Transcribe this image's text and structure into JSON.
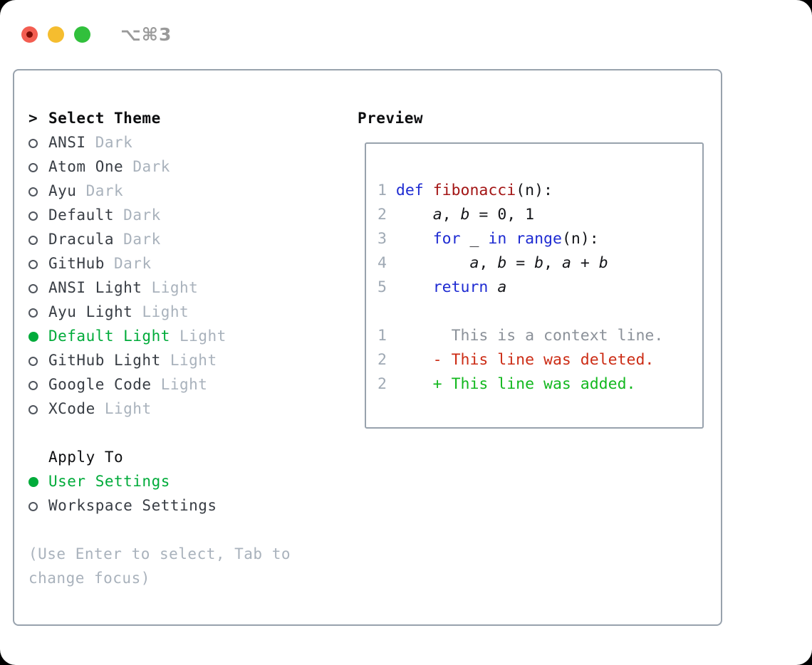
{
  "window": {
    "shortcut": "⌥⌘3",
    "traffic_lights": [
      "close",
      "minimize",
      "zoom"
    ]
  },
  "colors": {
    "accent_green": "#00ab3a",
    "keyword_blue": "#1e2bd2",
    "function_red": "#a31515",
    "deleted_red": "#cc2c15",
    "added_green": "#13b81f",
    "line_number_gray": "#9fa9b4",
    "context_gray": "#8b9199",
    "muted_gray": "#a9b2bc",
    "dark_text": "#383d44",
    "black_text": "#101214",
    "code_black": "#15161a",
    "border_gray": "#98a2ad",
    "traffic_red": "#f35d51",
    "traffic_red_dot": "#7c0d06",
    "traffic_yellow": "#f5bd2f",
    "traffic_green": "#31c03c"
  },
  "theme_list": {
    "marker": ">",
    "header": "Select Theme",
    "items": [
      {
        "name": "ANSI",
        "variant": "Dark",
        "selected": false
      },
      {
        "name": "Atom One",
        "variant": "Dark",
        "selected": false
      },
      {
        "name": "Ayu",
        "variant": "Dark",
        "selected": false
      },
      {
        "name": "Default",
        "variant": "Dark",
        "selected": false
      },
      {
        "name": "Dracula",
        "variant": "Dark",
        "selected": false
      },
      {
        "name": "GitHub",
        "variant": "Dark",
        "selected": false
      },
      {
        "name": "ANSI Light",
        "variant": "Light",
        "selected": false
      },
      {
        "name": "Ayu Light",
        "variant": "Light",
        "selected": false
      },
      {
        "name": "Default Light",
        "variant": "Light",
        "selected": true
      },
      {
        "name": "GitHub Light",
        "variant": "Light",
        "selected": false
      },
      {
        "name": "Google Code",
        "variant": "Light",
        "selected": false
      },
      {
        "name": "XCode",
        "variant": "Light",
        "selected": false
      }
    ]
  },
  "apply_to": {
    "header": "Apply To",
    "options": [
      {
        "label": "User Settings",
        "selected": true
      },
      {
        "label": "Workspace Settings",
        "selected": false
      }
    ]
  },
  "help_text": "(Use Enter to select, Tab to change focus)",
  "preview": {
    "header": "Preview",
    "code_lines": [
      {
        "number": "1",
        "segments": [
          {
            "t": "def",
            "c": "kw"
          },
          {
            "t": " "
          },
          {
            "t": "fibonacci",
            "c": "fn"
          },
          {
            "t": "(n):"
          }
        ]
      },
      {
        "number": "2",
        "segments": [
          {
            "t": "    "
          },
          {
            "t": "a",
            "c": "var"
          },
          {
            "t": ", "
          },
          {
            "t": "b",
            "c": "var"
          },
          {
            "t": " = 0, 1"
          }
        ]
      },
      {
        "number": "3",
        "segments": [
          {
            "t": "    "
          },
          {
            "t": "for",
            "c": "kw"
          },
          {
            "t": " _ "
          },
          {
            "t": "in",
            "c": "kw"
          },
          {
            "t": " "
          },
          {
            "t": "range",
            "c": "kw"
          },
          {
            "t": "(n):"
          }
        ]
      },
      {
        "number": "4",
        "segments": [
          {
            "t": "        "
          },
          {
            "t": "a",
            "c": "var"
          },
          {
            "t": ", "
          },
          {
            "t": "b",
            "c": "var"
          },
          {
            "t": " = "
          },
          {
            "t": "b",
            "c": "var"
          },
          {
            "t": ", "
          },
          {
            "t": "a",
            "c": "var"
          },
          {
            "t": " + "
          },
          {
            "t": "b",
            "c": "var"
          }
        ]
      },
      {
        "number": "5",
        "segments": [
          {
            "t": "    "
          },
          {
            "t": "return",
            "c": "kw"
          },
          {
            "t": " "
          },
          {
            "t": "a",
            "c": "var"
          }
        ]
      }
    ],
    "diff_lines": [
      {
        "number": "1",
        "type": "context",
        "text": "      This is a context line."
      },
      {
        "number": "2",
        "type": "deleted",
        "text": "    - This line was deleted."
      },
      {
        "number": "2",
        "type": "added",
        "text": "    + This line was added."
      }
    ]
  }
}
